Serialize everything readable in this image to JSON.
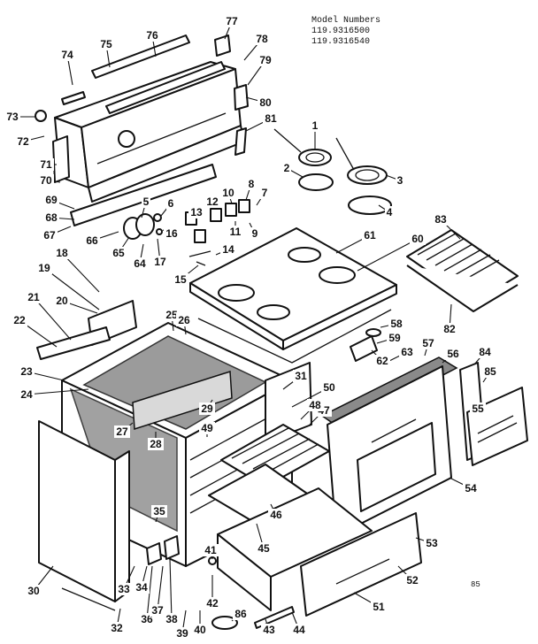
{
  "header": {
    "title": "Model Numbers",
    "models": [
      "119.9316500",
      "119.9316540"
    ]
  },
  "footer_code": "85",
  "callouts": [
    "1",
    "2",
    "3",
    "4",
    "5",
    "6",
    "7",
    "8",
    "9",
    "10",
    "11",
    "12",
    "13",
    "14",
    "15",
    "16",
    "17",
    "18",
    "19",
    "20",
    "21",
    "22",
    "23",
    "24",
    "25",
    "26",
    "27",
    "28",
    "29",
    "30",
    "31",
    "32",
    "33",
    "34",
    "35",
    "36",
    "37",
    "38",
    "39",
    "40",
    "41",
    "42",
    "43",
    "44",
    "45",
    "46",
    "47",
    "48",
    "49",
    "50",
    "51",
    "52",
    "53",
    "54",
    "55",
    "56",
    "57",
    "58",
    "59",
    "60",
    "61",
    "62",
    "63",
    "64",
    "65",
    "66",
    "67",
    "68",
    "69",
    "70",
    "71",
    "72",
    "73",
    "74",
    "75",
    "76",
    "77",
    "78",
    "79",
    "80",
    "81",
    "82",
    "83",
    "84",
    "85",
    "86"
  ]
}
